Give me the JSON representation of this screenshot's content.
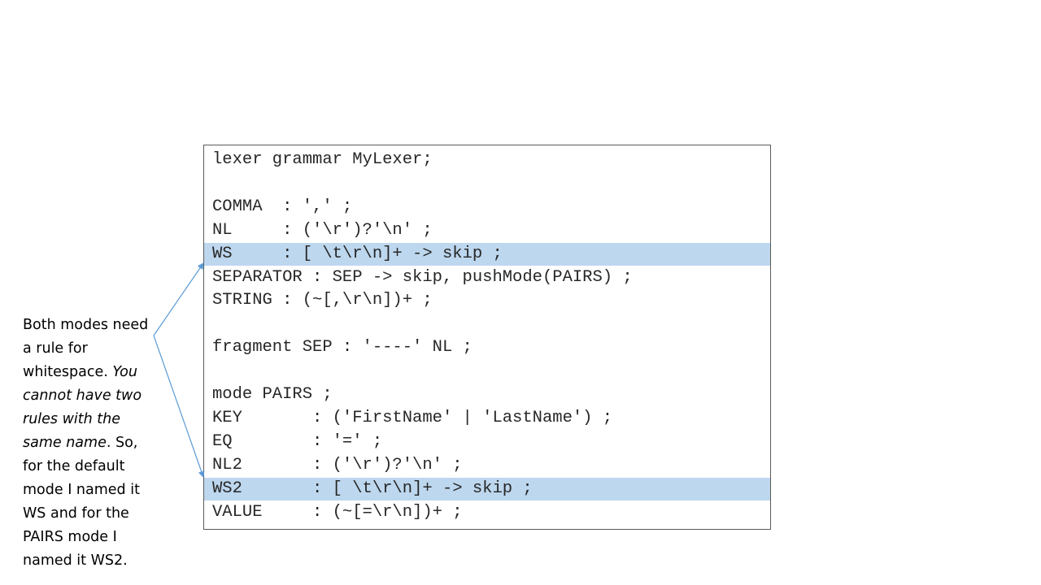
{
  "code": {
    "lines": [
      {
        "text": "lexer grammar MyLexer;",
        "highlight": false
      },
      {
        "text": "",
        "highlight": false
      },
      {
        "text": "COMMA  : ',' ;",
        "highlight": false
      },
      {
        "text": "NL     : ('\\r')?'\\n' ;",
        "highlight": false
      },
      {
        "text": "WS     : [ \\t\\r\\n]+ -> skip ;",
        "highlight": true
      },
      {
        "text": "SEPARATOR : SEP -> skip, pushMode(PAIRS) ;",
        "highlight": false
      },
      {
        "text": "STRING : (~[,\\r\\n])+ ;",
        "highlight": false
      },
      {
        "text": "",
        "highlight": false
      },
      {
        "text": "fragment SEP : '----' NL ;",
        "highlight": false
      },
      {
        "text": "",
        "highlight": false
      },
      {
        "text": "mode PAIRS ;",
        "highlight": false
      },
      {
        "text": "KEY       : ('FirstName' | 'LastName') ;",
        "highlight": false
      },
      {
        "text": "EQ        : '=' ;",
        "highlight": false
      },
      {
        "text": "NL2       : ('\\r')?'\\n' ;",
        "highlight": false
      },
      {
        "text": "WS2       : [ \\t\\r\\n]+ -> skip ;",
        "highlight": true
      },
      {
        "text": "VALUE     : (~[=\\r\\n])+ ;",
        "highlight": false
      }
    ]
  },
  "note": {
    "part1": "Both modes need a rule for whitespace. ",
    "part2_italic": "You cannot have two rules with the same name",
    "part3": ". So, for the default mode I named it WS and for the PAIRS mode I named it WS2."
  },
  "colors": {
    "highlight": "#bdd7ee",
    "arrow": "#5b9bd5"
  }
}
